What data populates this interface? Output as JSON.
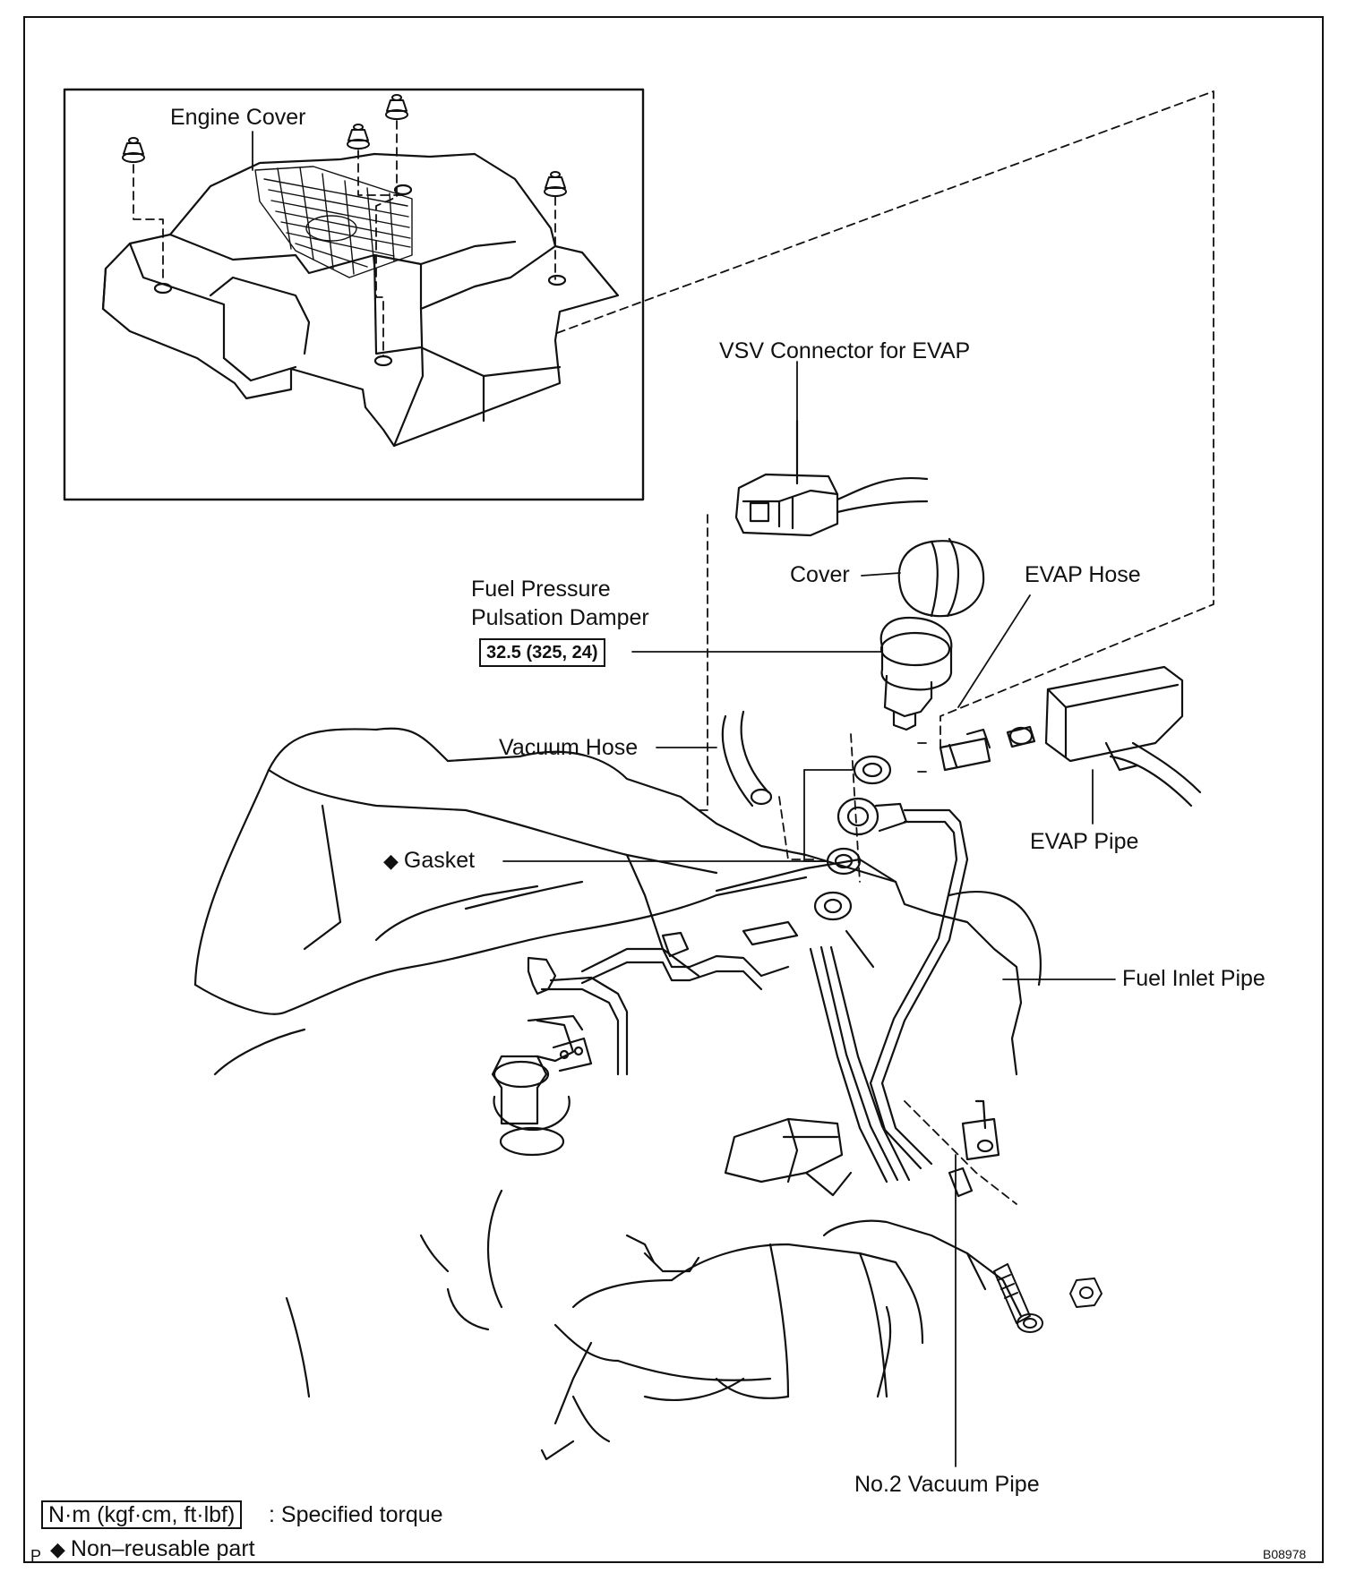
{
  "labels": {
    "engine_cover": "Engine Cover",
    "vsv_connector": "VSV Connector for EVAP",
    "cover": "Cover",
    "evap_hose": "EVAP Hose",
    "fuel_pressure_line1": "Fuel Pressure",
    "fuel_pressure_line2": "Pulsation Damper",
    "torque_value": "32.5 (325, 24)",
    "vacuum_hose": "Vacuum Hose",
    "evap_pipe": "EVAP Pipe",
    "gasket": "Gasket",
    "fuel_inlet_pipe": "Fuel Inlet Pipe",
    "no2_vacuum_pipe": "No.2 Vacuum Pipe"
  },
  "legend": {
    "torque_units": "N·m (kgf·cm, ft·lbf)",
    "torque_desc": ": Specified torque",
    "non_reusable": "Non–reusable part",
    "diamond": "◆",
    "corner_letter": "P"
  },
  "figure_code": "B08978",
  "icons": [
    "nut-icon",
    "bolt-icon",
    "gasket-icon",
    "connector-icon"
  ]
}
